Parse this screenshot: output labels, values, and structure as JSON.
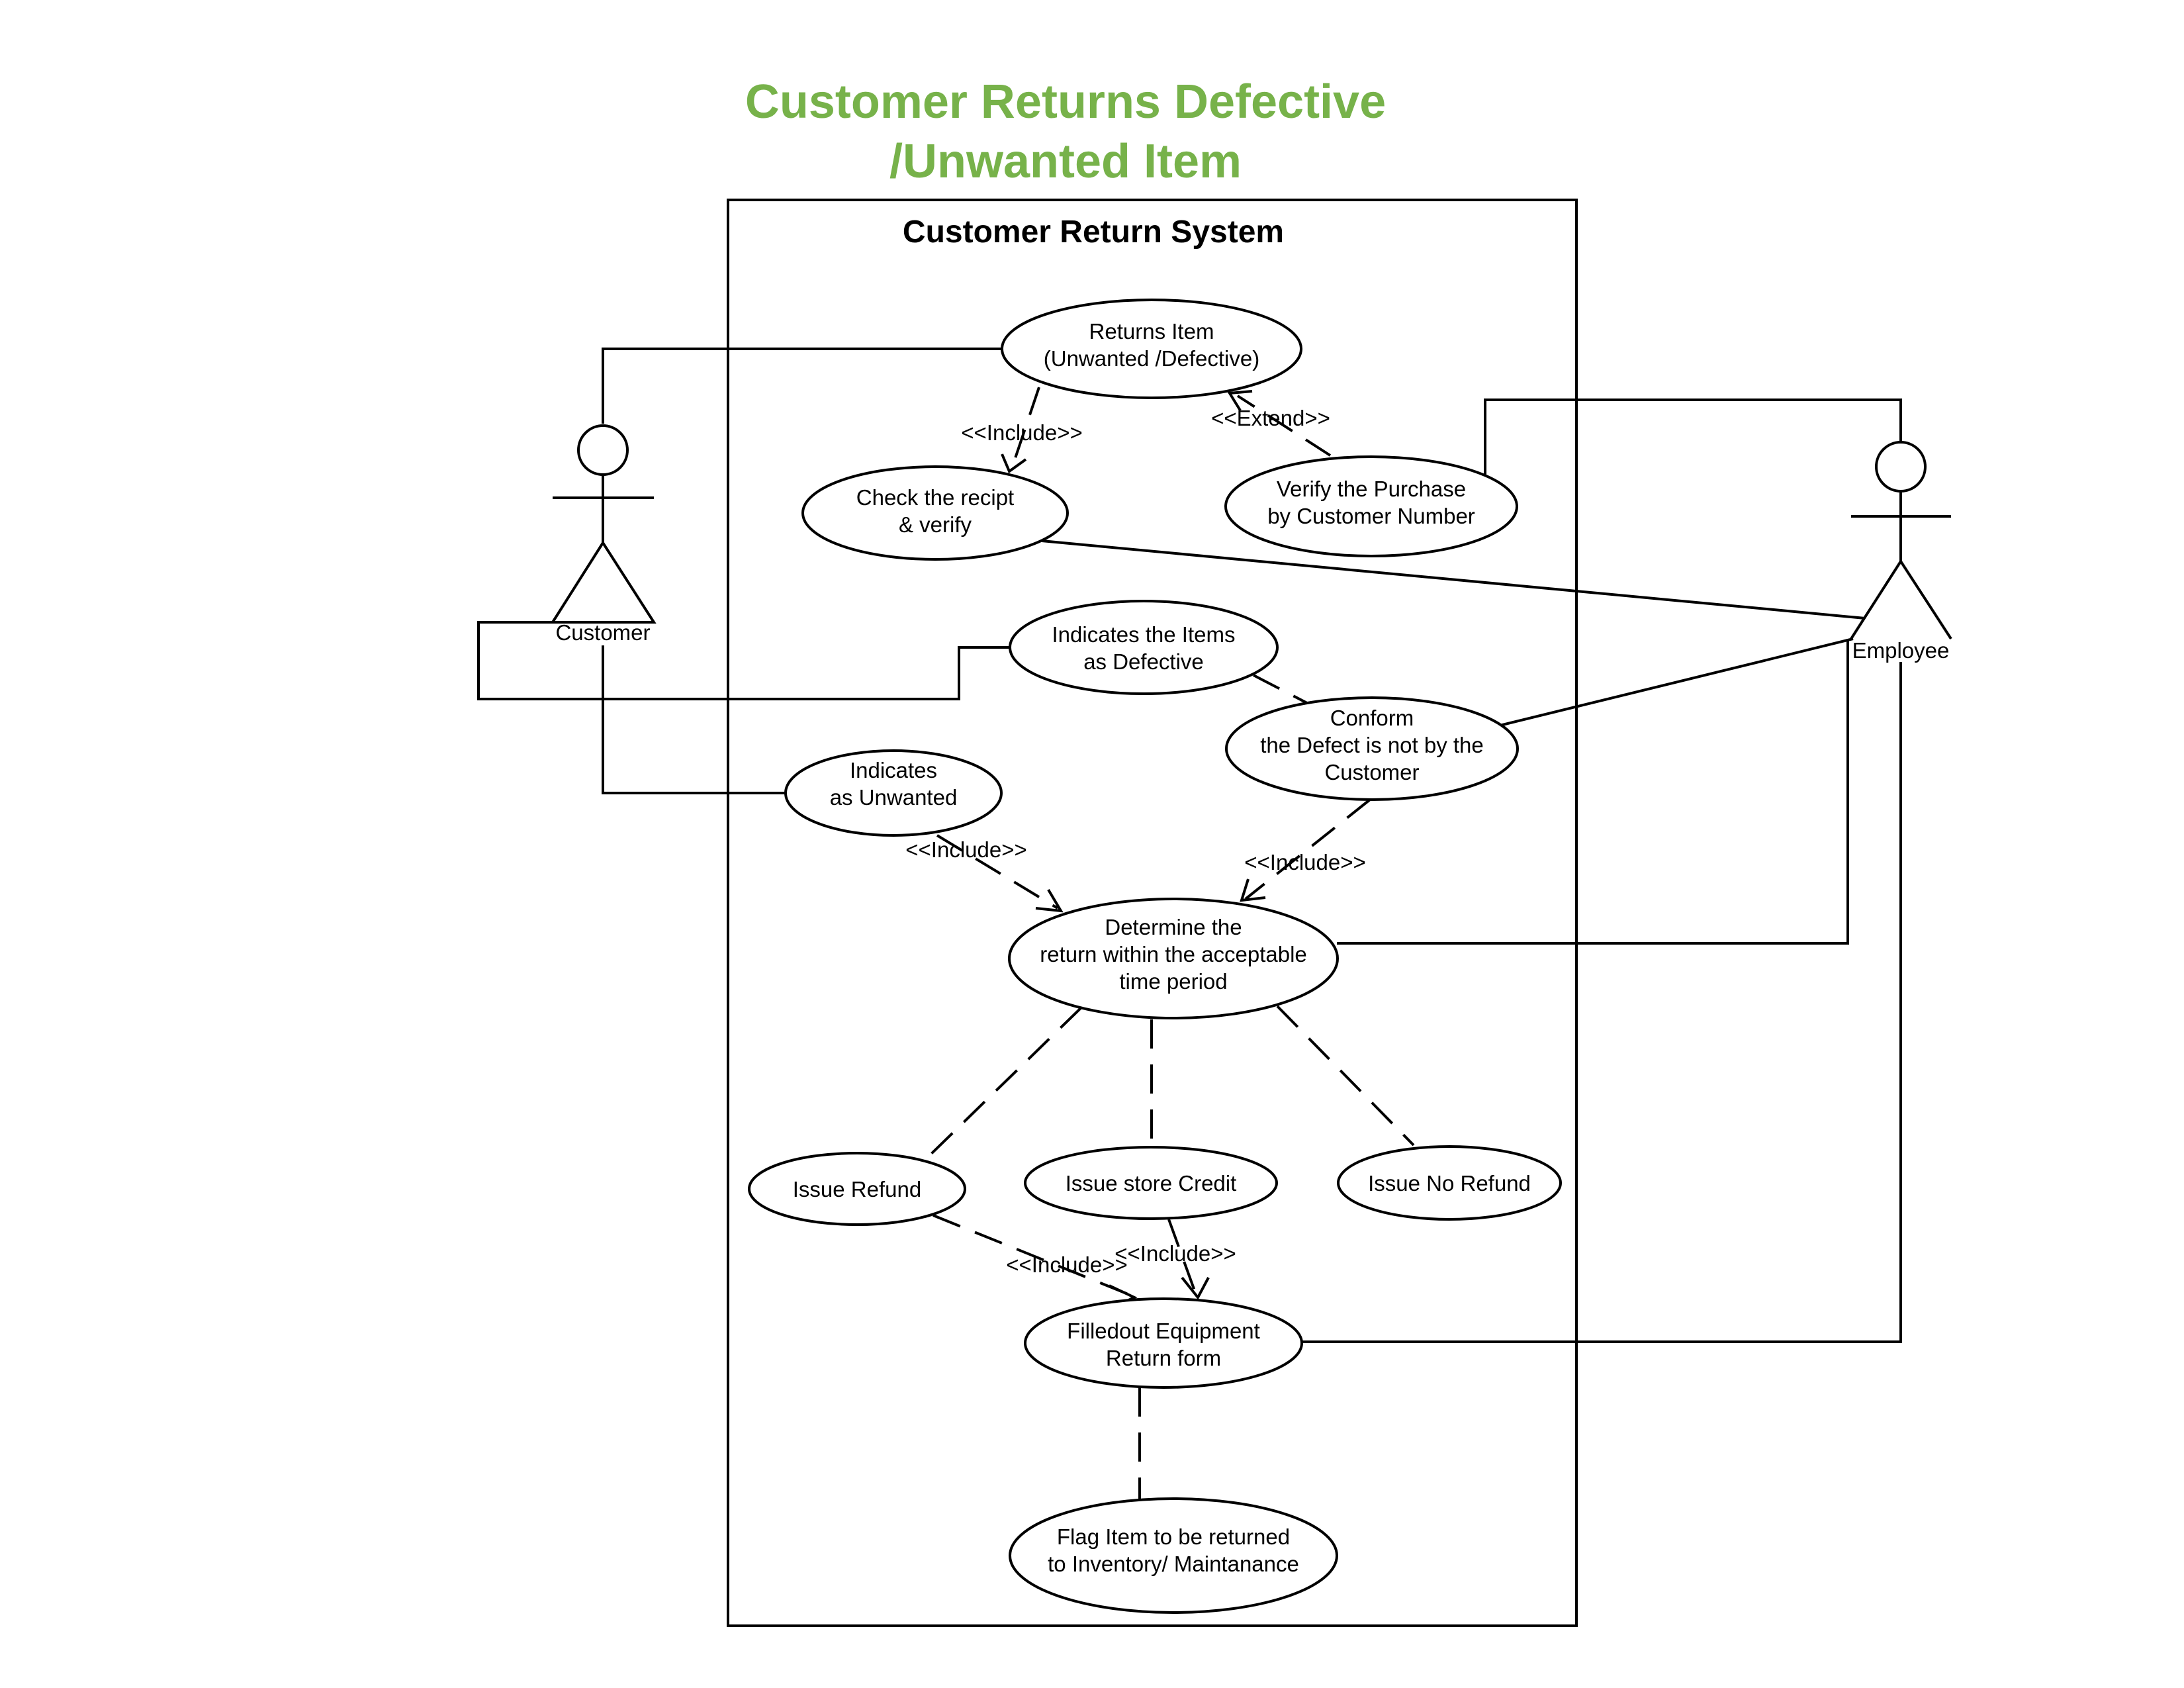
{
  "title": {
    "line1": "Customer Returns Defective",
    "line2": "/Unwanted Item"
  },
  "system": {
    "name": "Customer Return System"
  },
  "actors": {
    "customer": "Customer",
    "employee": "Employee"
  },
  "use_cases": {
    "returns_item": [
      "Returns Item",
      "(Unwanted /Defective)"
    ],
    "check_receipt": [
      "Check the recipt",
      "& verify"
    ],
    "verify_purchase": [
      "Verify the Purchase",
      "by Customer Number"
    ],
    "indicates_defective": [
      "Indicates the Items",
      "as Defective"
    ],
    "conform_defect": [
      "Conform",
      "the Defect is not by the",
      "Customer"
    ],
    "indicates_unwanted": [
      "Indicates",
      "as Unwanted"
    ],
    "determine_return": [
      "Determine the",
      "return within the acceptable",
      "time period"
    ],
    "issue_refund": [
      "Issue Refund"
    ],
    "issue_store_credit": [
      "Issue store Credit"
    ],
    "issue_no_refund": [
      "Issue No Refund"
    ],
    "filled_form": [
      "Filledout Equipment",
      "Return form"
    ],
    "flag_item": [
      "Flag Item to be returned",
      "to Inventory/ Maintanance"
    ]
  },
  "relations": {
    "include_check_receipt": "<<Include>>",
    "extend_verify": "<<Extend>>",
    "include_unwanted": "<<Include>>",
    "include_conform": "<<Include>>",
    "include_refund": "<<Include>>",
    "include_store_credit": "<<Include>>"
  }
}
